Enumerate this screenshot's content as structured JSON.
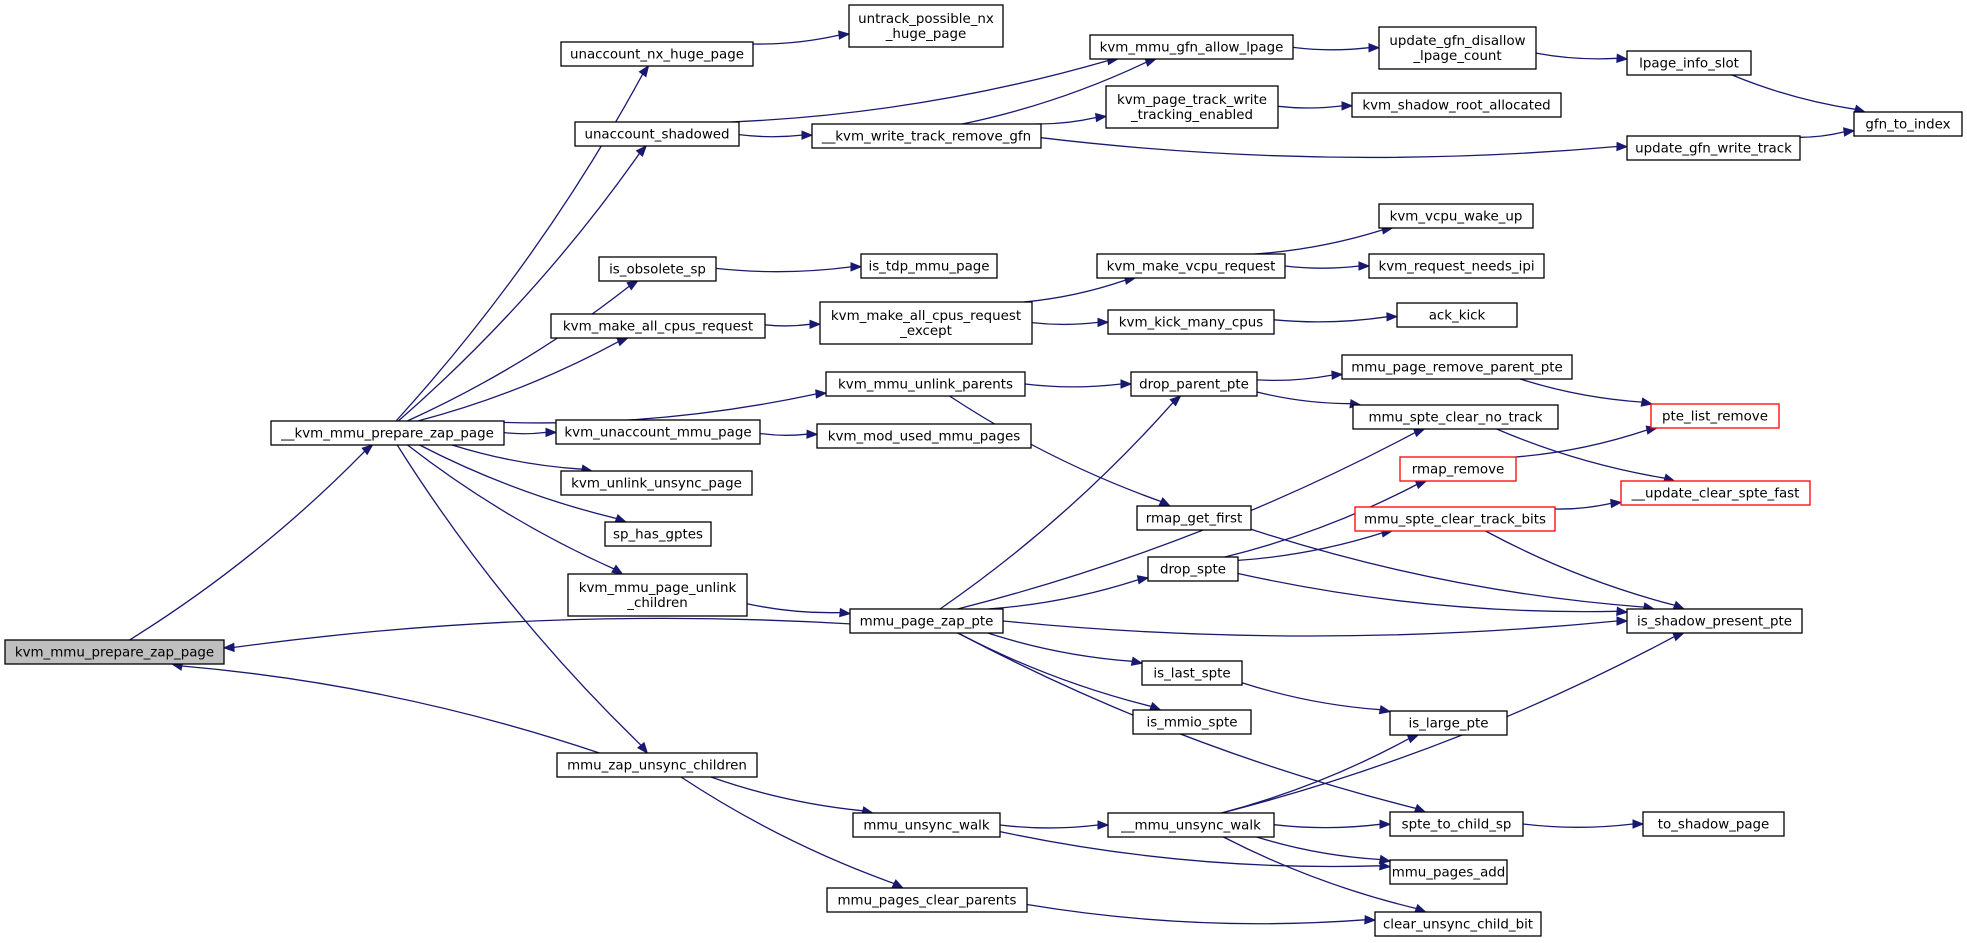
{
  "diagram": {
    "type": "call-graph",
    "nodes": [
      {
        "id": "n_root",
        "label": "kvm_mmu_prepare_zap_page",
        "style": "root"
      },
      {
        "id": "n_prep",
        "label": "__kvm_mmu_prepare_zap_page"
      },
      {
        "id": "n_unacc_nx",
        "label": "unaccount_nx_huge_page"
      },
      {
        "id": "n_untrack",
        "lines": [
          "untrack_possible_nx",
          "_huge_page"
        ]
      },
      {
        "id": "n_unacc_sh",
        "label": "unaccount_shadowed"
      },
      {
        "id": "n_kwtrg",
        "label": "__kvm_write_track_remove_gfn"
      },
      {
        "id": "n_allow",
        "label": "kvm_mmu_gfn_allow_lpage"
      },
      {
        "id": "n_upd_dis",
        "lines": [
          "update_gfn_disallow",
          "_lpage_count"
        ]
      },
      {
        "id": "n_lpage",
        "label": "lpage_info_slot"
      },
      {
        "id": "n_gfn_idx",
        "label": "gfn_to_index"
      },
      {
        "id": "n_pt_write",
        "lines": [
          "kvm_page_track_write",
          "_tracking_enabled"
        ]
      },
      {
        "id": "n_shroot",
        "label": "kvm_shadow_root_allocated"
      },
      {
        "id": "n_upd_wt",
        "label": "update_gfn_write_track"
      },
      {
        "id": "n_is_obs",
        "label": "is_obsolete_sp"
      },
      {
        "id": "n_is_tdp",
        "label": "is_tdp_mmu_page"
      },
      {
        "id": "n_vcpu_wake",
        "label": "kvm_vcpu_wake_up"
      },
      {
        "id": "n_make_vcpu",
        "label": "kvm_make_vcpu_request"
      },
      {
        "id": "n_req_ipi",
        "label": "kvm_request_needs_ipi"
      },
      {
        "id": "n_all_cpus",
        "label": "kvm_make_all_cpus_request"
      },
      {
        "id": "n_all_exc",
        "lines": [
          "kvm_make_all_cpus_request",
          "_except"
        ]
      },
      {
        "id": "n_kick",
        "label": "kvm_kick_many_cpus"
      },
      {
        "id": "n_ack",
        "label": "ack_kick"
      },
      {
        "id": "n_unlink_par",
        "label": "kvm_mmu_unlink_parents"
      },
      {
        "id": "n_drop_par",
        "label": "drop_parent_pte"
      },
      {
        "id": "n_rm_par",
        "label": "mmu_page_remove_parent_pte"
      },
      {
        "id": "n_pte_list",
        "label": "pte_list_remove",
        "style": "red"
      },
      {
        "id": "n_unacc_mmu",
        "label": "kvm_unaccount_mmu_page"
      },
      {
        "id": "n_mod_used",
        "label": "kvm_mod_used_mmu_pages"
      },
      {
        "id": "n_clr_notrk",
        "label": "mmu_spte_clear_no_track"
      },
      {
        "id": "n_unl_unsync",
        "label": "kvm_unlink_unsync_page"
      },
      {
        "id": "n_rmap_rm",
        "label": "rmap_remove",
        "style": "red"
      },
      {
        "id": "n_upd_clr",
        "label": "__update_clear_spte_fast",
        "style": "red"
      },
      {
        "id": "n_sp_gptes",
        "label": "sp_has_gptes"
      },
      {
        "id": "n_rmap_first",
        "label": "rmap_get_first"
      },
      {
        "id": "n_clr_trk",
        "label": "mmu_spte_clear_track_bits",
        "style": "red"
      },
      {
        "id": "n_pg_unl_ch",
        "lines": [
          "kvm_mmu_page_unlink",
          "_children"
        ]
      },
      {
        "id": "n_drop_spte",
        "label": "drop_spte"
      },
      {
        "id": "n_zap_pte",
        "label": "mmu_page_zap_pte"
      },
      {
        "id": "n_shadow_pres",
        "label": "is_shadow_present_pte"
      },
      {
        "id": "n_last_spte",
        "label": "is_last_spte"
      },
      {
        "id": "n_mmio",
        "label": "is_mmio_spte"
      },
      {
        "id": "n_large",
        "label": "is_large_pte"
      },
      {
        "id": "n_zap_unsync",
        "label": "mmu_zap_unsync_children"
      },
      {
        "id": "n_unsync_walk",
        "label": "mmu_unsync_walk"
      },
      {
        "id": "n_uunsync_walk",
        "label": "__mmu_unsync_walk"
      },
      {
        "id": "n_spte_child",
        "label": "spte_to_child_sp"
      },
      {
        "id": "n_to_shadow",
        "label": "to_shadow_page"
      },
      {
        "id": "n_pages_add",
        "label": "mmu_pages_add"
      },
      {
        "id": "n_pages_clr",
        "label": "mmu_pages_clear_parents"
      },
      {
        "id": "n_clr_child",
        "label": "clear_unsync_child_bit"
      }
    ],
    "edges": [
      [
        "n_root",
        "n_prep"
      ],
      [
        "n_prep",
        "n_unacc_nx"
      ],
      [
        "n_unacc_nx",
        "n_untrack"
      ],
      [
        "n_prep",
        "n_unacc_sh"
      ],
      [
        "n_unacc_sh",
        "n_allow"
      ],
      [
        "n_unacc_sh",
        "n_kwtrg"
      ],
      [
        "n_kwtrg",
        "n_allow"
      ],
      [
        "n_kwtrg",
        "n_pt_write"
      ],
      [
        "n_kwtrg",
        "n_upd_wt"
      ],
      [
        "n_allow",
        "n_upd_dis"
      ],
      [
        "n_upd_dis",
        "n_lpage"
      ],
      [
        "n_lpage",
        "n_gfn_idx"
      ],
      [
        "n_upd_wt",
        "n_gfn_idx"
      ],
      [
        "n_pt_write",
        "n_shroot"
      ],
      [
        "n_prep",
        "n_is_obs"
      ],
      [
        "n_is_obs",
        "n_is_tdp"
      ],
      [
        "n_prep",
        "n_all_cpus"
      ],
      [
        "n_all_cpus",
        "n_all_exc"
      ],
      [
        "n_all_exc",
        "n_make_vcpu"
      ],
      [
        "n_all_exc",
        "n_kick"
      ],
      [
        "n_make_vcpu",
        "n_vcpu_wake"
      ],
      [
        "n_make_vcpu",
        "n_req_ipi"
      ],
      [
        "n_kick",
        "n_ack"
      ],
      [
        "n_prep",
        "n_unlink_par"
      ],
      [
        "n_unlink_par",
        "n_drop_par"
      ],
      [
        "n_unlink_par",
        "n_rmap_first"
      ],
      [
        "n_drop_par",
        "n_rm_par"
      ],
      [
        "n_drop_par",
        "n_clr_notrk"
      ],
      [
        "n_rm_par",
        "n_pte_list"
      ],
      [
        "n_prep",
        "n_unacc_mmu"
      ],
      [
        "n_unacc_mmu",
        "n_mod_used"
      ],
      [
        "n_prep",
        "n_unl_unsync"
      ],
      [
        "n_prep",
        "n_sp_gptes"
      ],
      [
        "n_prep",
        "n_pg_unl_ch"
      ],
      [
        "n_prep",
        "n_zap_unsync"
      ],
      [
        "n_pg_unl_ch",
        "n_zap_pte"
      ],
      [
        "n_zap_pte",
        "n_root"
      ],
      [
        "n_zap_pte",
        "n_drop_par"
      ],
      [
        "n_zap_pte",
        "n_clr_notrk"
      ],
      [
        "n_zap_pte",
        "n_drop_spte"
      ],
      [
        "n_zap_pte",
        "n_shadow_pres"
      ],
      [
        "n_zap_pte",
        "n_last_spte"
      ],
      [
        "n_zap_pte",
        "n_mmio"
      ],
      [
        "n_zap_pte",
        "n_spte_child"
      ],
      [
        "n_clr_notrk",
        "n_upd_clr"
      ],
      [
        "n_rmap_rm",
        "n_pte_list"
      ],
      [
        "n_rmap_first",
        "n_shadow_pres"
      ],
      [
        "n_drop_spte",
        "n_rmap_rm"
      ],
      [
        "n_drop_spte",
        "n_clr_trk"
      ],
      [
        "n_drop_spte",
        "n_shadow_pres"
      ],
      [
        "n_clr_trk",
        "n_upd_clr"
      ],
      [
        "n_clr_trk",
        "n_shadow_pres"
      ],
      [
        "n_last_spte",
        "n_large"
      ],
      [
        "n_zap_unsync",
        "n_root"
      ],
      [
        "n_zap_unsync",
        "n_unsync_walk"
      ],
      [
        "n_zap_unsync",
        "n_pages_clr"
      ],
      [
        "n_unsync_walk",
        "n_uunsync_walk"
      ],
      [
        "n_unsync_walk",
        "n_pages_add"
      ],
      [
        "n_uunsync_walk",
        "n_large"
      ],
      [
        "n_uunsync_walk",
        "n_shadow_pres"
      ],
      [
        "n_uunsync_walk",
        "n_spte_child"
      ],
      [
        "n_uunsync_walk",
        "n_pages_add"
      ],
      [
        "n_uunsync_walk",
        "n_clr_child"
      ],
      [
        "n_spte_child",
        "n_to_shadow"
      ],
      [
        "n_pages_clr",
        "n_clr_child"
      ]
    ]
  },
  "colors": {
    "edge": "#191970",
    "root_fill": "#bfbfbf",
    "red_border": "#ff0000",
    "node_border": "#000000"
  }
}
